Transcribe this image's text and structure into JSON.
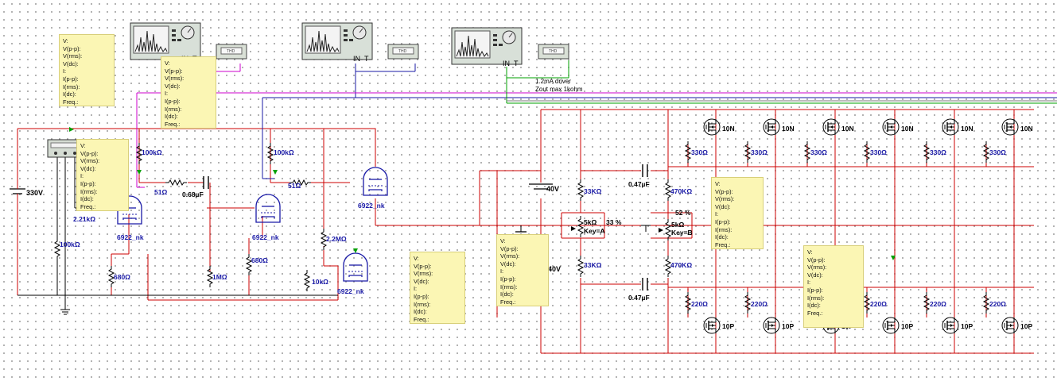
{
  "probe_lines": [
    "V:",
    "V(p-p):",
    "V(rms):",
    "V(dc):",
    "I:",
    "I(p-p):",
    "I(rms):",
    "I(dc):",
    "Freq.:"
  ],
  "labels": {
    "battery_330": "330V",
    "r_2k21": "2.21kΩ",
    "r_100k_left": "100kΩ",
    "r_100k_1": "100kΩ",
    "r_100k_2": "100kΩ",
    "r_51_1": "51Ω",
    "r_51_2": "51Ω",
    "c_068": "0.68µF",
    "tube_1": "6922_nk",
    "tube_2": "6922_nk",
    "tube_3": "6922_nk",
    "tube_4": "6922_nk",
    "r_680_1": "680Ω",
    "r_680_2": "680Ω",
    "r_1M": "1MΩ",
    "r_2M2": "2.2MΩ",
    "r_10k": "10kΩ",
    "battery_40_top": "40V",
    "battery_40_bottom": "40V",
    "r_33k_top": "33KΩ",
    "r_33k_bottom": "33KΩ",
    "c_047_top": "0.47µF",
    "c_047_bottom": "0.47µF",
    "r_470k_top": "470KΩ",
    "r_470k_bottom": "470KΩ",
    "pot_a_value": "5kΩ",
    "pot_a_percent": "33 %",
    "pot_a_key": "Key=A",
    "pot_b_percent": "52 %",
    "pot_b_value": "5kΩ",
    "pot_b_key": "Key=B",
    "note_driver": "1.2mA driver",
    "note_zout": "Zout max 1kohm",
    "thd": "THD",
    "analyzer_in": "IN",
    "analyzer_t": "T",
    "nmos": "10N",
    "pmos": "10P",
    "r_330": "330Ω",
    "r_220": "220Ω"
  },
  "colors": {
    "wire_red": "#cc0000",
    "wire_blue": "#1a1aa6",
    "wire_magenta": "#cc00cc",
    "wire_green": "#00a000",
    "wire_black": "#000000",
    "component": "#1a1aa6",
    "probe_bg": "#fbf6b4"
  },
  "icons": [
    "spectrum-analyzer-icon",
    "distortion-analyzer-icon",
    "function-generator-icon",
    "battery-icon",
    "resistor-icon",
    "capacitor-icon",
    "triode-icon",
    "potentiometer-icon",
    "mosfet-icon",
    "ground-icon",
    "probe-arrow-icon"
  ]
}
